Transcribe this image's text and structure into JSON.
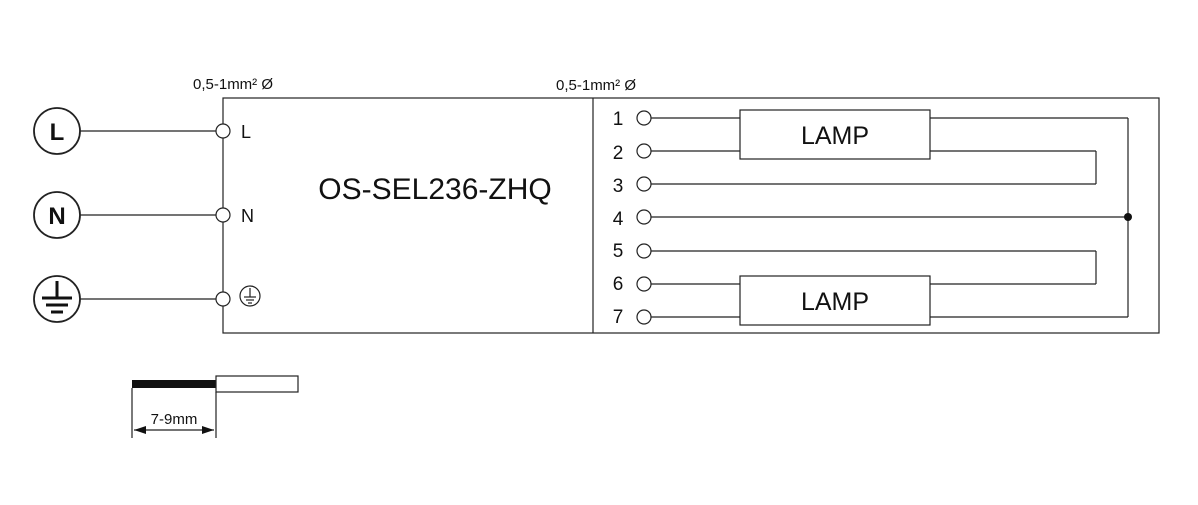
{
  "wire_spec_left": "0,5-1mm²  Ø",
  "wire_spec_right": "0,5-1mm²  Ø",
  "model": "OS-SEL236-ZHQ",
  "supply": {
    "line_symbol": "L",
    "neutral_symbol": "N",
    "line_terminal": "L",
    "neutral_terminal": "N"
  },
  "outputs": [
    "1",
    "2",
    "3",
    "4",
    "5",
    "6",
    "7"
  ],
  "lamps": [
    "LAMP",
    "LAMP"
  ],
  "strip_length": "7-9mm"
}
